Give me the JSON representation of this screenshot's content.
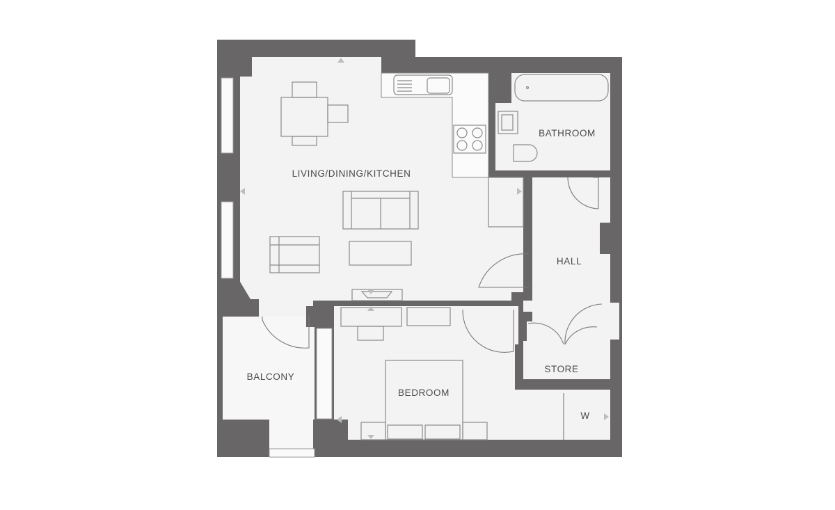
{
  "floorplan": {
    "rooms": {
      "living": "LIVING/DINING/KITCHEN",
      "bathroom": "BATHROOM",
      "hall": "HALL",
      "balcony": "BALCONY",
      "bedroom": "BEDROOM",
      "store": "STORE",
      "wardrobe": "W"
    },
    "colors": {
      "wall": "#686667",
      "floor": "#f3f3f3"
    }
  }
}
